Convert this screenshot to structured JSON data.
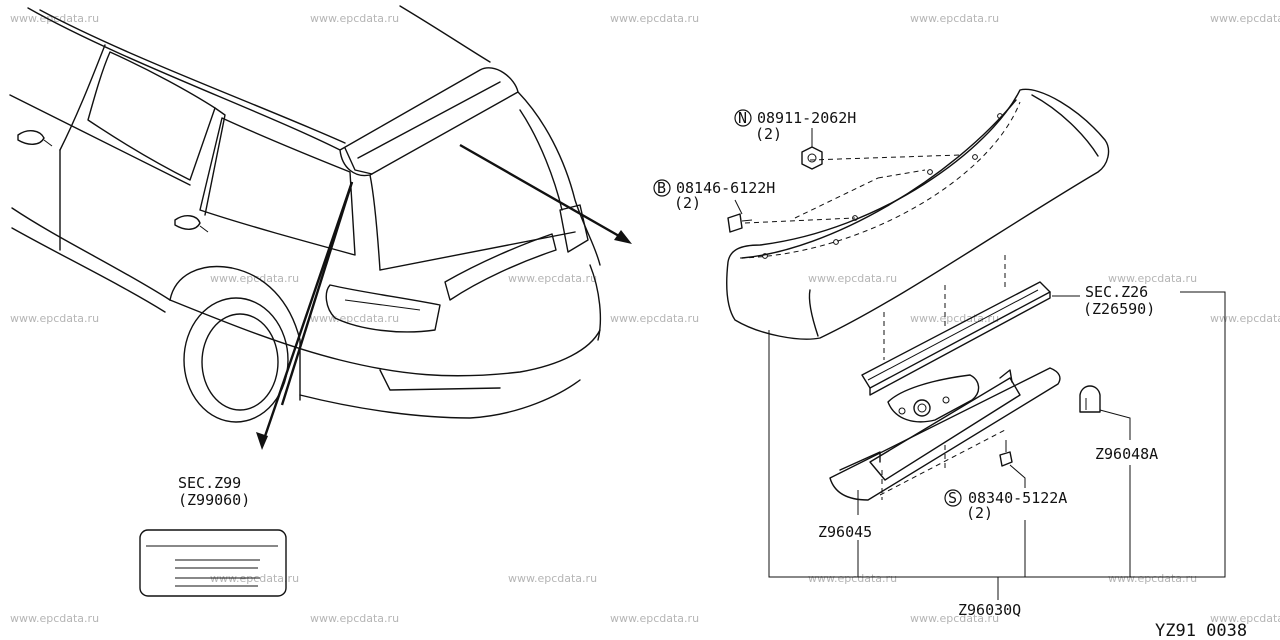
{
  "watermark": "www.epcdata.ru",
  "callouts": {
    "nut": {
      "prefix": "N",
      "part": "08911-2062H",
      "qty": "(2)"
    },
    "bolt": {
      "prefix": "B",
      "part": "08146-6122H",
      "qty": "(2)"
    },
    "screw": {
      "prefix": "S",
      "part": "08340-5122A",
      "qty": "(2)"
    },
    "sec_z26": {
      "title": "SEC.Z26",
      "ref": "(Z26590)"
    },
    "sec_z99": {
      "title": "SEC.Z99",
      "ref": "(Z99060)"
    },
    "p_z96045": "Z96045",
    "p_z96048a": "Z96048A",
    "p_z96030q": "Z96030Q"
  },
  "diagram_code": "YZ91 0038"
}
